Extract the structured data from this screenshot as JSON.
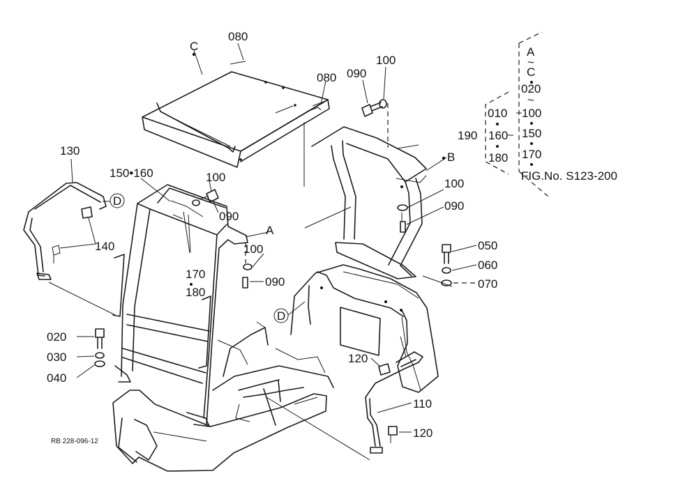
{
  "callouts": {
    "c080_top": "080",
    "c080_right": "080",
    "c090_a": "090",
    "c100_a": "100",
    "c130": "130",
    "c150_160": "150•160",
    "c100_b": "100",
    "c090_b": "090",
    "c140": "140",
    "c170": "170",
    "c180": "180",
    "c100_c": "100",
    "c090_c": "090",
    "c100_d": "100",
    "c090_d": "090",
    "c050": "050",
    "c060": "060",
    "c070": "070",
    "c020": "020",
    "c030": "030",
    "c040": "040",
    "c120_a": "120",
    "c110": "110",
    "c120_b": "120"
  },
  "view_markers": {
    "c_top": "C",
    "b": "B",
    "a": "A",
    "d_left": "D",
    "d_body": "D"
  },
  "reference_table": {
    "a_tilde_c": "A",
    "tilde1": "~",
    "c": "C",
    "v020": "020",
    "tilde2": "~",
    "v100": "100",
    "v150": "150",
    "v170": "170",
    "v010": "010",
    "v160": "160",
    "v180": "180",
    "v190": "190",
    "fig_no": "FIG.No. S123-200"
  },
  "drawing_code": "RB 228-096-12",
  "icons": {
    "cab": "cab-frame-icon",
    "canopy": "canopy-roof-icon",
    "bracket": "rear-bracket-icon",
    "handrail_left": "handrail-icon",
    "handrail_right": "handrail-icon",
    "bolt": "bolt-icon",
    "washer": "washer-icon",
    "chassis": "chassis-icon",
    "hood": "engine-hood-icon"
  }
}
